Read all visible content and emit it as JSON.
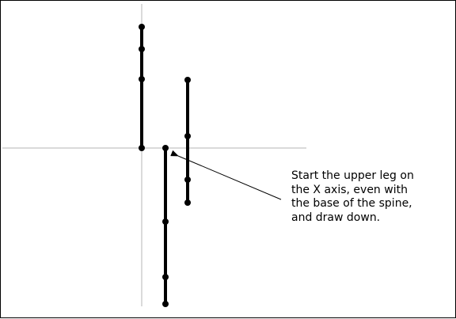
{
  "colors": {
    "background": "#ffffff",
    "axis": "#b4b4b4",
    "stroke": "#000000"
  },
  "annotation": {
    "lines": [
      "Start the upper leg on",
      "the X axis, even with",
      "the base of the spine,",
      "and draw down."
    ]
  }
}
